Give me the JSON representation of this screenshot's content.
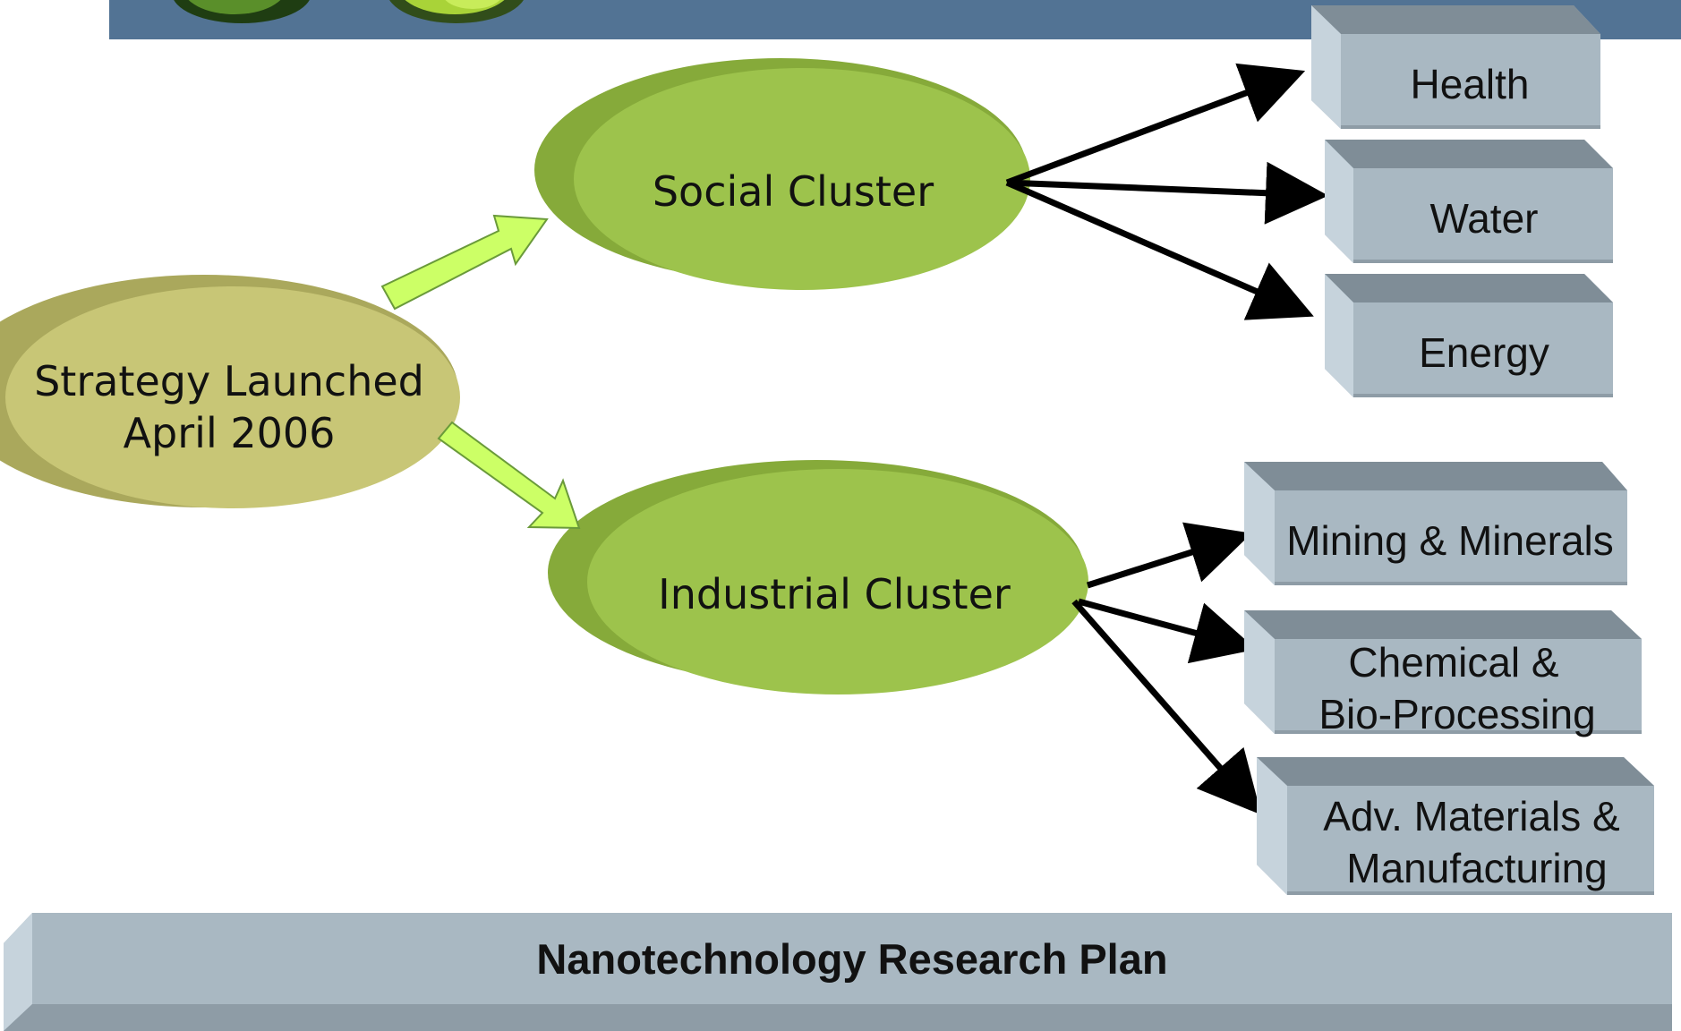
{
  "diagram": {
    "root": {
      "line1": "Strategy Launched",
      "line2": "April 2006"
    },
    "clusters": {
      "social": "Social Cluster",
      "industrial": "Industrial Cluster"
    },
    "social_targets": {
      "health": "Health",
      "water": "Water",
      "energy": "Energy"
    },
    "industrial_targets": {
      "mining": "Mining & Minerals",
      "chemical_line1": "Chemical &",
      "chemical_line2": "Bio-Processing",
      "materials_line1": "Adv. Materials &",
      "materials_line2": "Manufacturing"
    },
    "foundation": "Nanotechnology Research Plan"
  },
  "colors": {
    "header_band": "#527394",
    "green_oval": "#9dc34c",
    "green_oval_edge": "#86aa3a",
    "olive_oval": "#c8c676",
    "olive_oval_edge": "#aaa85c",
    "light_arrow": "#ccff66",
    "light_arrow_edge": "#6a9a3a",
    "box_face": "#a9b8c2",
    "box_top": "#7f8d97",
    "box_side": "#c6d3dc",
    "box_bottom": "#8e9ca6",
    "connector": "#000000"
  }
}
